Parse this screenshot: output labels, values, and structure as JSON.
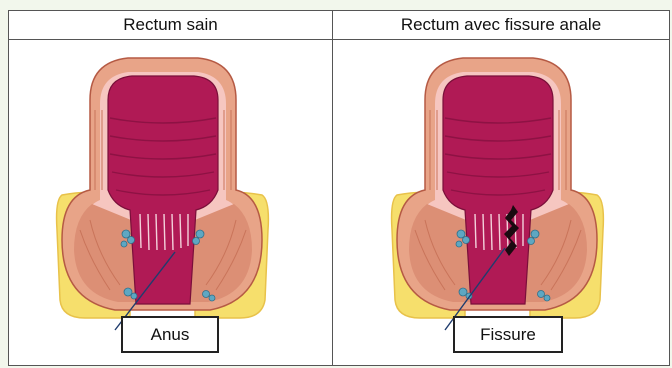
{
  "panels": {
    "left": {
      "title": "Rectum sain",
      "label": "Anus"
    },
    "right": {
      "title": "Rectum avec fissure anale",
      "label": "Fissure"
    }
  },
  "colors": {
    "lumen": "#b01a55",
    "lumen_dark": "#8e1244",
    "muscle": "#e8a488",
    "muscle_stripe": "#c9745a",
    "fat": "#f6df6c",
    "fat_edge": "#e8c24a",
    "lining": "#f6c6c0",
    "vessel": "#5ea7c2",
    "fissure": "#1a0a10"
  }
}
